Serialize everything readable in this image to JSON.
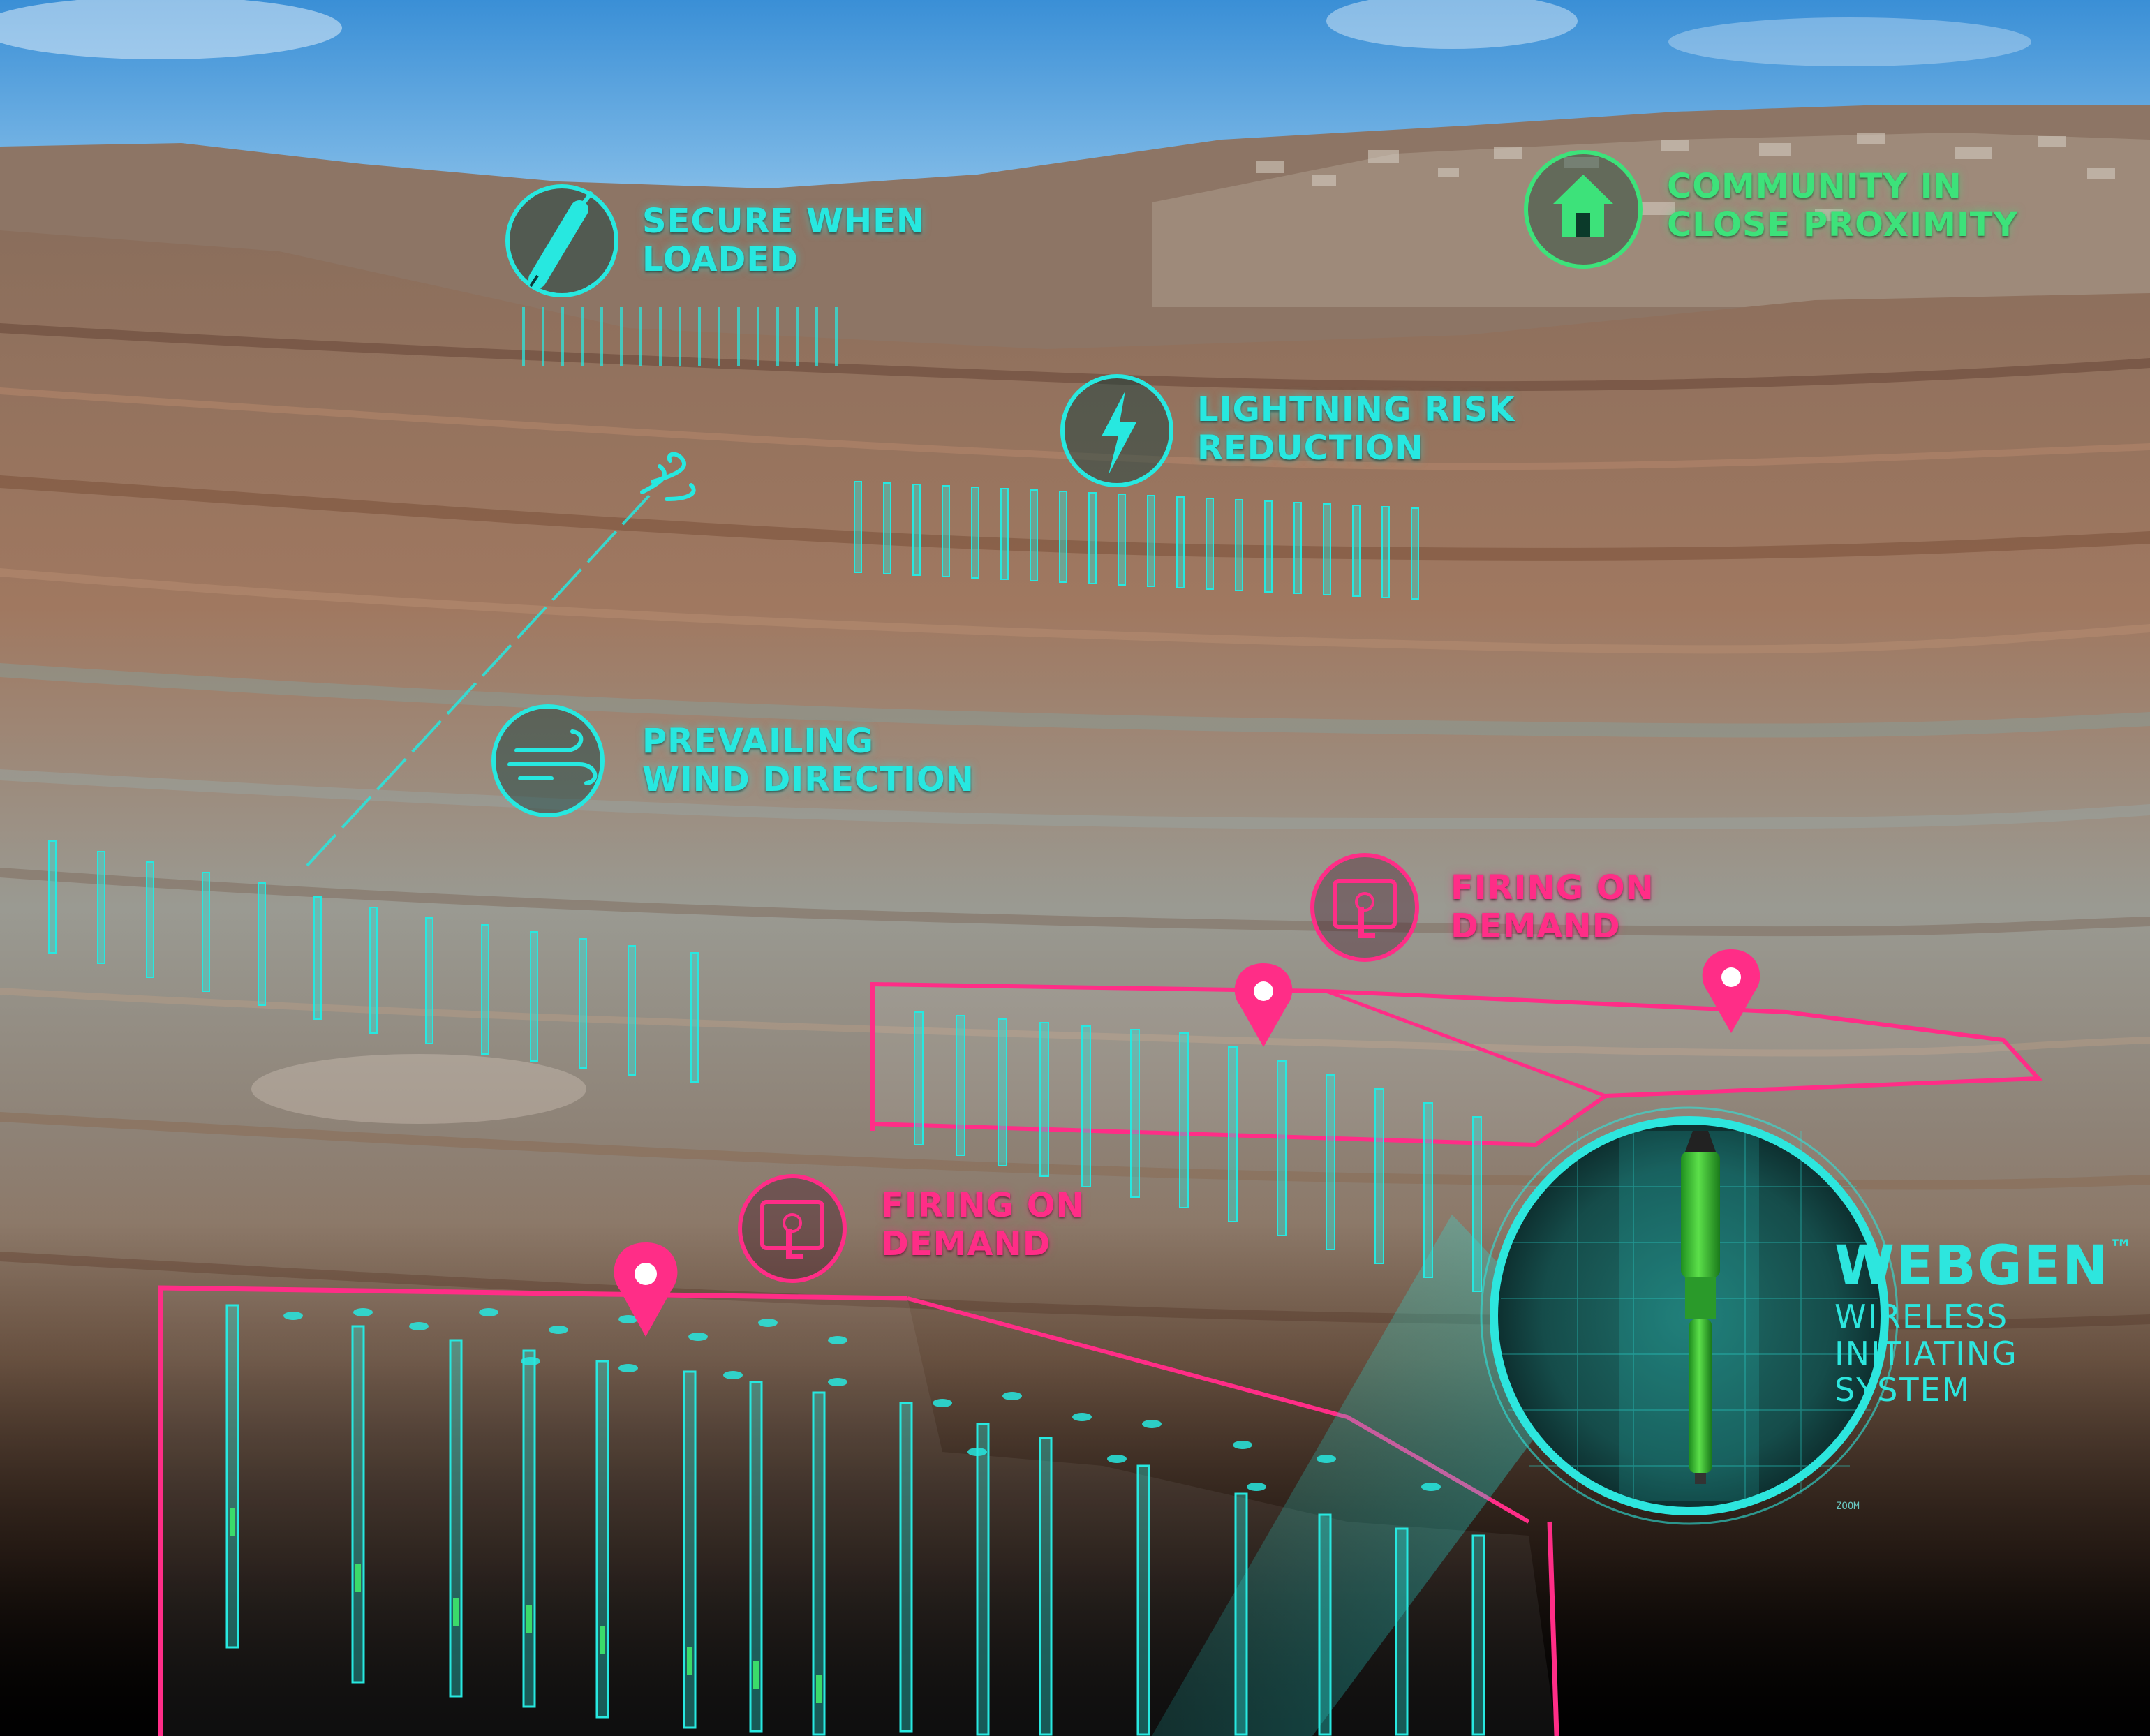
{
  "callouts": {
    "secure_when_loaded": [
      "SECURE WHEN",
      "LOADED"
    ],
    "lightning_risk": [
      "LIGHTNING RISK",
      "REDUCTION"
    ],
    "prevailing_wind": [
      "PREVAILING",
      "WIND DIRECTION"
    ],
    "community": [
      "COMMUNITY IN",
      "CLOSE PROXIMITY"
    ],
    "firing_on_demand_upper": [
      "FIRING ON",
      "DEMAND"
    ],
    "firing_on_demand_lower": [
      "FIRING ON",
      "DEMAND"
    ]
  },
  "product": {
    "name": "WEBGEN",
    "trademark": "™",
    "line1": "WIRELESS",
    "line2": "INITIATING",
    "line3": "SYSTEM",
    "zoom_note": "ZOOM"
  },
  "icons": {
    "secure": "detonator-icon",
    "lightning": "lightning-bolt-icon",
    "wind": "wind-icon",
    "community": "house-icon",
    "firing": "tap-tablet-icon",
    "location": "map-pin-icon"
  },
  "colors": {
    "teal": "#27e8e0",
    "green": "#3de27a",
    "pink": "#ff2d87",
    "sky_top": "#3f95d8",
    "rock": "#9a7a62"
  }
}
